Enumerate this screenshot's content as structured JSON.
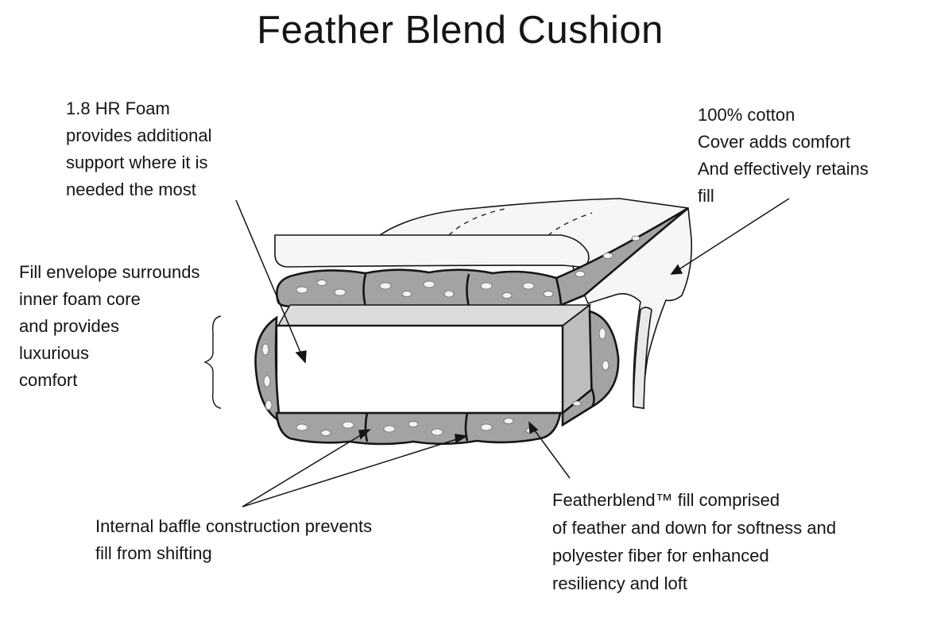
{
  "title": "Feather Blend Cushion",
  "callouts": {
    "foam": "1.8 HR Foam\nprovides additional\nsupport where it is\nneeded the most",
    "cover": "100% cotton\nCover adds comfort\nAnd effectively retains\nfill",
    "envelope": "Fill envelope surrounds\ninner foam core\nand provides\nluxurious\ncomfort",
    "baffle": "Internal baffle construction prevents\nfill from shifting",
    "fill": "Featherblend™ fill comprised\nof feather and down for softness and\npolyester fiber for enhanced\nresiliency and loft"
  },
  "colors": {
    "ink": "#151515",
    "fill_gray": "#a3a3a3",
    "side_gray": "#bdbdbd",
    "cover_white": "#f6f6f6"
  }
}
